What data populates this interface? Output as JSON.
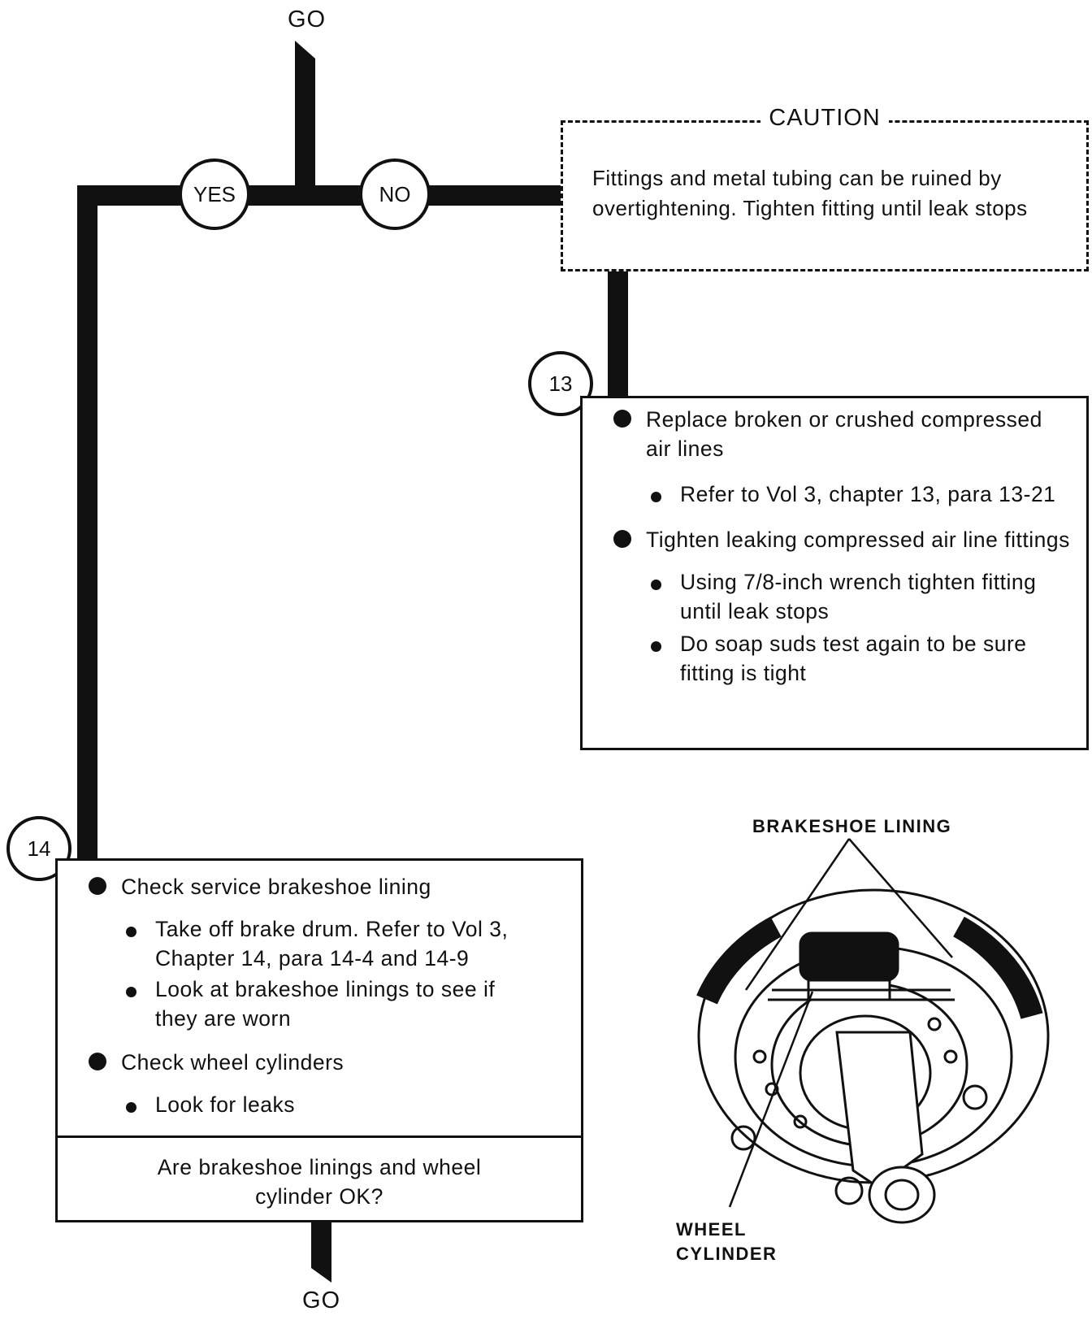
{
  "flow": {
    "go_top": "GO",
    "go_bottom": "GO",
    "yes_label": "YES",
    "no_label": "NO"
  },
  "caution": {
    "title": "CAUTION",
    "text": "Fittings and metal tubing can be ruined by overtightening.  Tighten fitting until leak stops"
  },
  "step13": {
    "number": "13",
    "items": [
      {
        "text": "Replace broken or crushed compressed air lines",
        "sub": [
          "Refer to Vol 3, chapter 13, para 13-21"
        ]
      },
      {
        "text": "Tighten leaking compressed air line fittings",
        "sub": [
          "Using 7/8-inch wrench tighten fitting until leak stops",
          "Do soap suds test again to be sure fitting is tight"
        ]
      }
    ]
  },
  "step14": {
    "number": "14",
    "items": [
      {
        "text": "Check service brakeshoe lining",
        "sub": [
          "Take off brake drum.  Refer to Vol 3, Chapter 14, para 14-4  and 14-9",
          "Look at brakeshoe linings to see if they are worn"
        ]
      },
      {
        "text": "Check wheel cylinders",
        "sub": [
          "Look for leaks"
        ]
      }
    ],
    "question": "Are brakeshoe linings and wheel cylinder OK?"
  },
  "figure": {
    "label_lining": "BRAKESHOE LINING",
    "label_cylinder_1": "WHEEL",
    "label_cylinder_2": "CYLINDER"
  }
}
